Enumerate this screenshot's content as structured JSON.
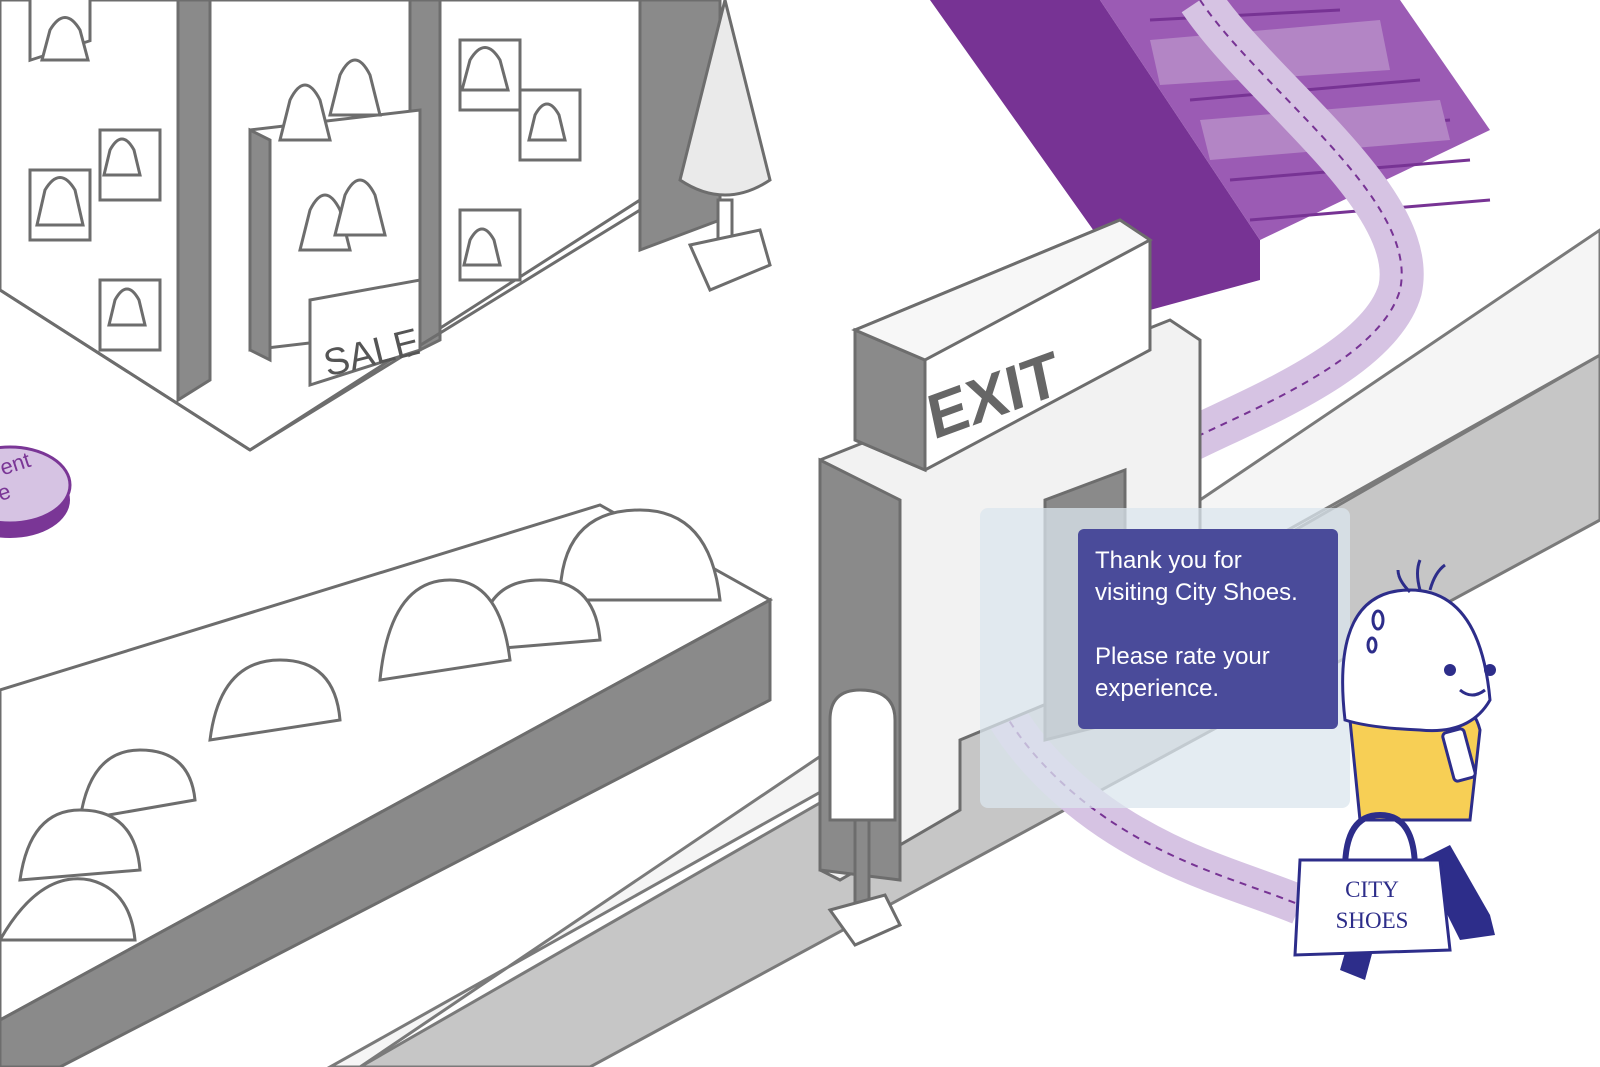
{
  "signs": {
    "exit": "EXIT",
    "sale": "SALE",
    "bag_brand_line1": "CITY",
    "bag_brand_line2": "SHOES",
    "partial_sign_line1": "ent",
    "partial_sign_line2": "e"
  },
  "notification": {
    "line1": "Thank you for\nvisiting City Shoes.",
    "line2": "Please rate your\nexperience."
  },
  "colors": {
    "purple": "#7a3696",
    "lavender": "#d6c3e3",
    "notification_bg": "#4a4b9a",
    "walkway_gray": "#c4c4c4",
    "character_yellow": "#f7cf55",
    "character_navy": "#2d2d8a"
  }
}
